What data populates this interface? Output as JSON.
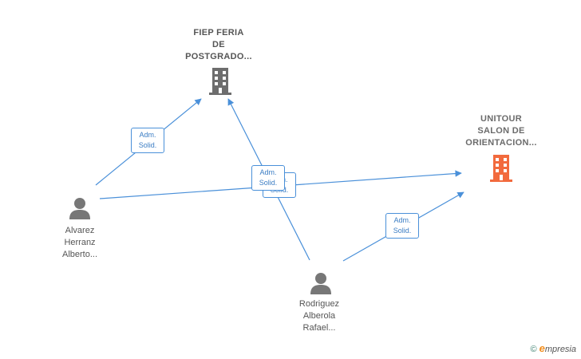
{
  "nodes": {
    "fiep": {
      "label": "FIEP FERIA\nDE\nPOSTGRADO...",
      "icon": "building-icon",
      "color": "#6d6d6d"
    },
    "unitour": {
      "label": "UNITOUR\nSALON DE\nORIENTACION...",
      "icon": "building-icon",
      "color": "#f26a3d"
    },
    "alvarez": {
      "label": "Alvarez\nHerranz\nAlberto...",
      "icon": "person-icon",
      "color": "#777777"
    },
    "rodriguez": {
      "label": "Rodriguez\nAlberola\nRafael...",
      "icon": "person-icon",
      "color": "#777777"
    }
  },
  "edges": [
    {
      "from": "Alvarez Herranz Alberto...",
      "to": "FIEP FERIA DE POSTGRADO...",
      "label": "Adm.\nSolid."
    },
    {
      "from": "Alvarez Herranz Alberto...",
      "to": "UNITOUR SALON DE ORIENTACION...",
      "label": "Adm.\nSolid."
    },
    {
      "from": "Rodriguez Alberola Rafael...",
      "to": "FIEP FERIA DE POSTGRADO...",
      "label": "Adm.\nSolid."
    },
    {
      "from": "Rodriguez Alberola Rafael...",
      "to": "UNITOUR SALON DE ORIENTACION...",
      "label": "Adm.\nSolid."
    }
  ],
  "edge_color": "#4a90d9",
  "footer": {
    "copyright": "©",
    "brand_initial": "e",
    "brand_rest": "mpresia"
  }
}
